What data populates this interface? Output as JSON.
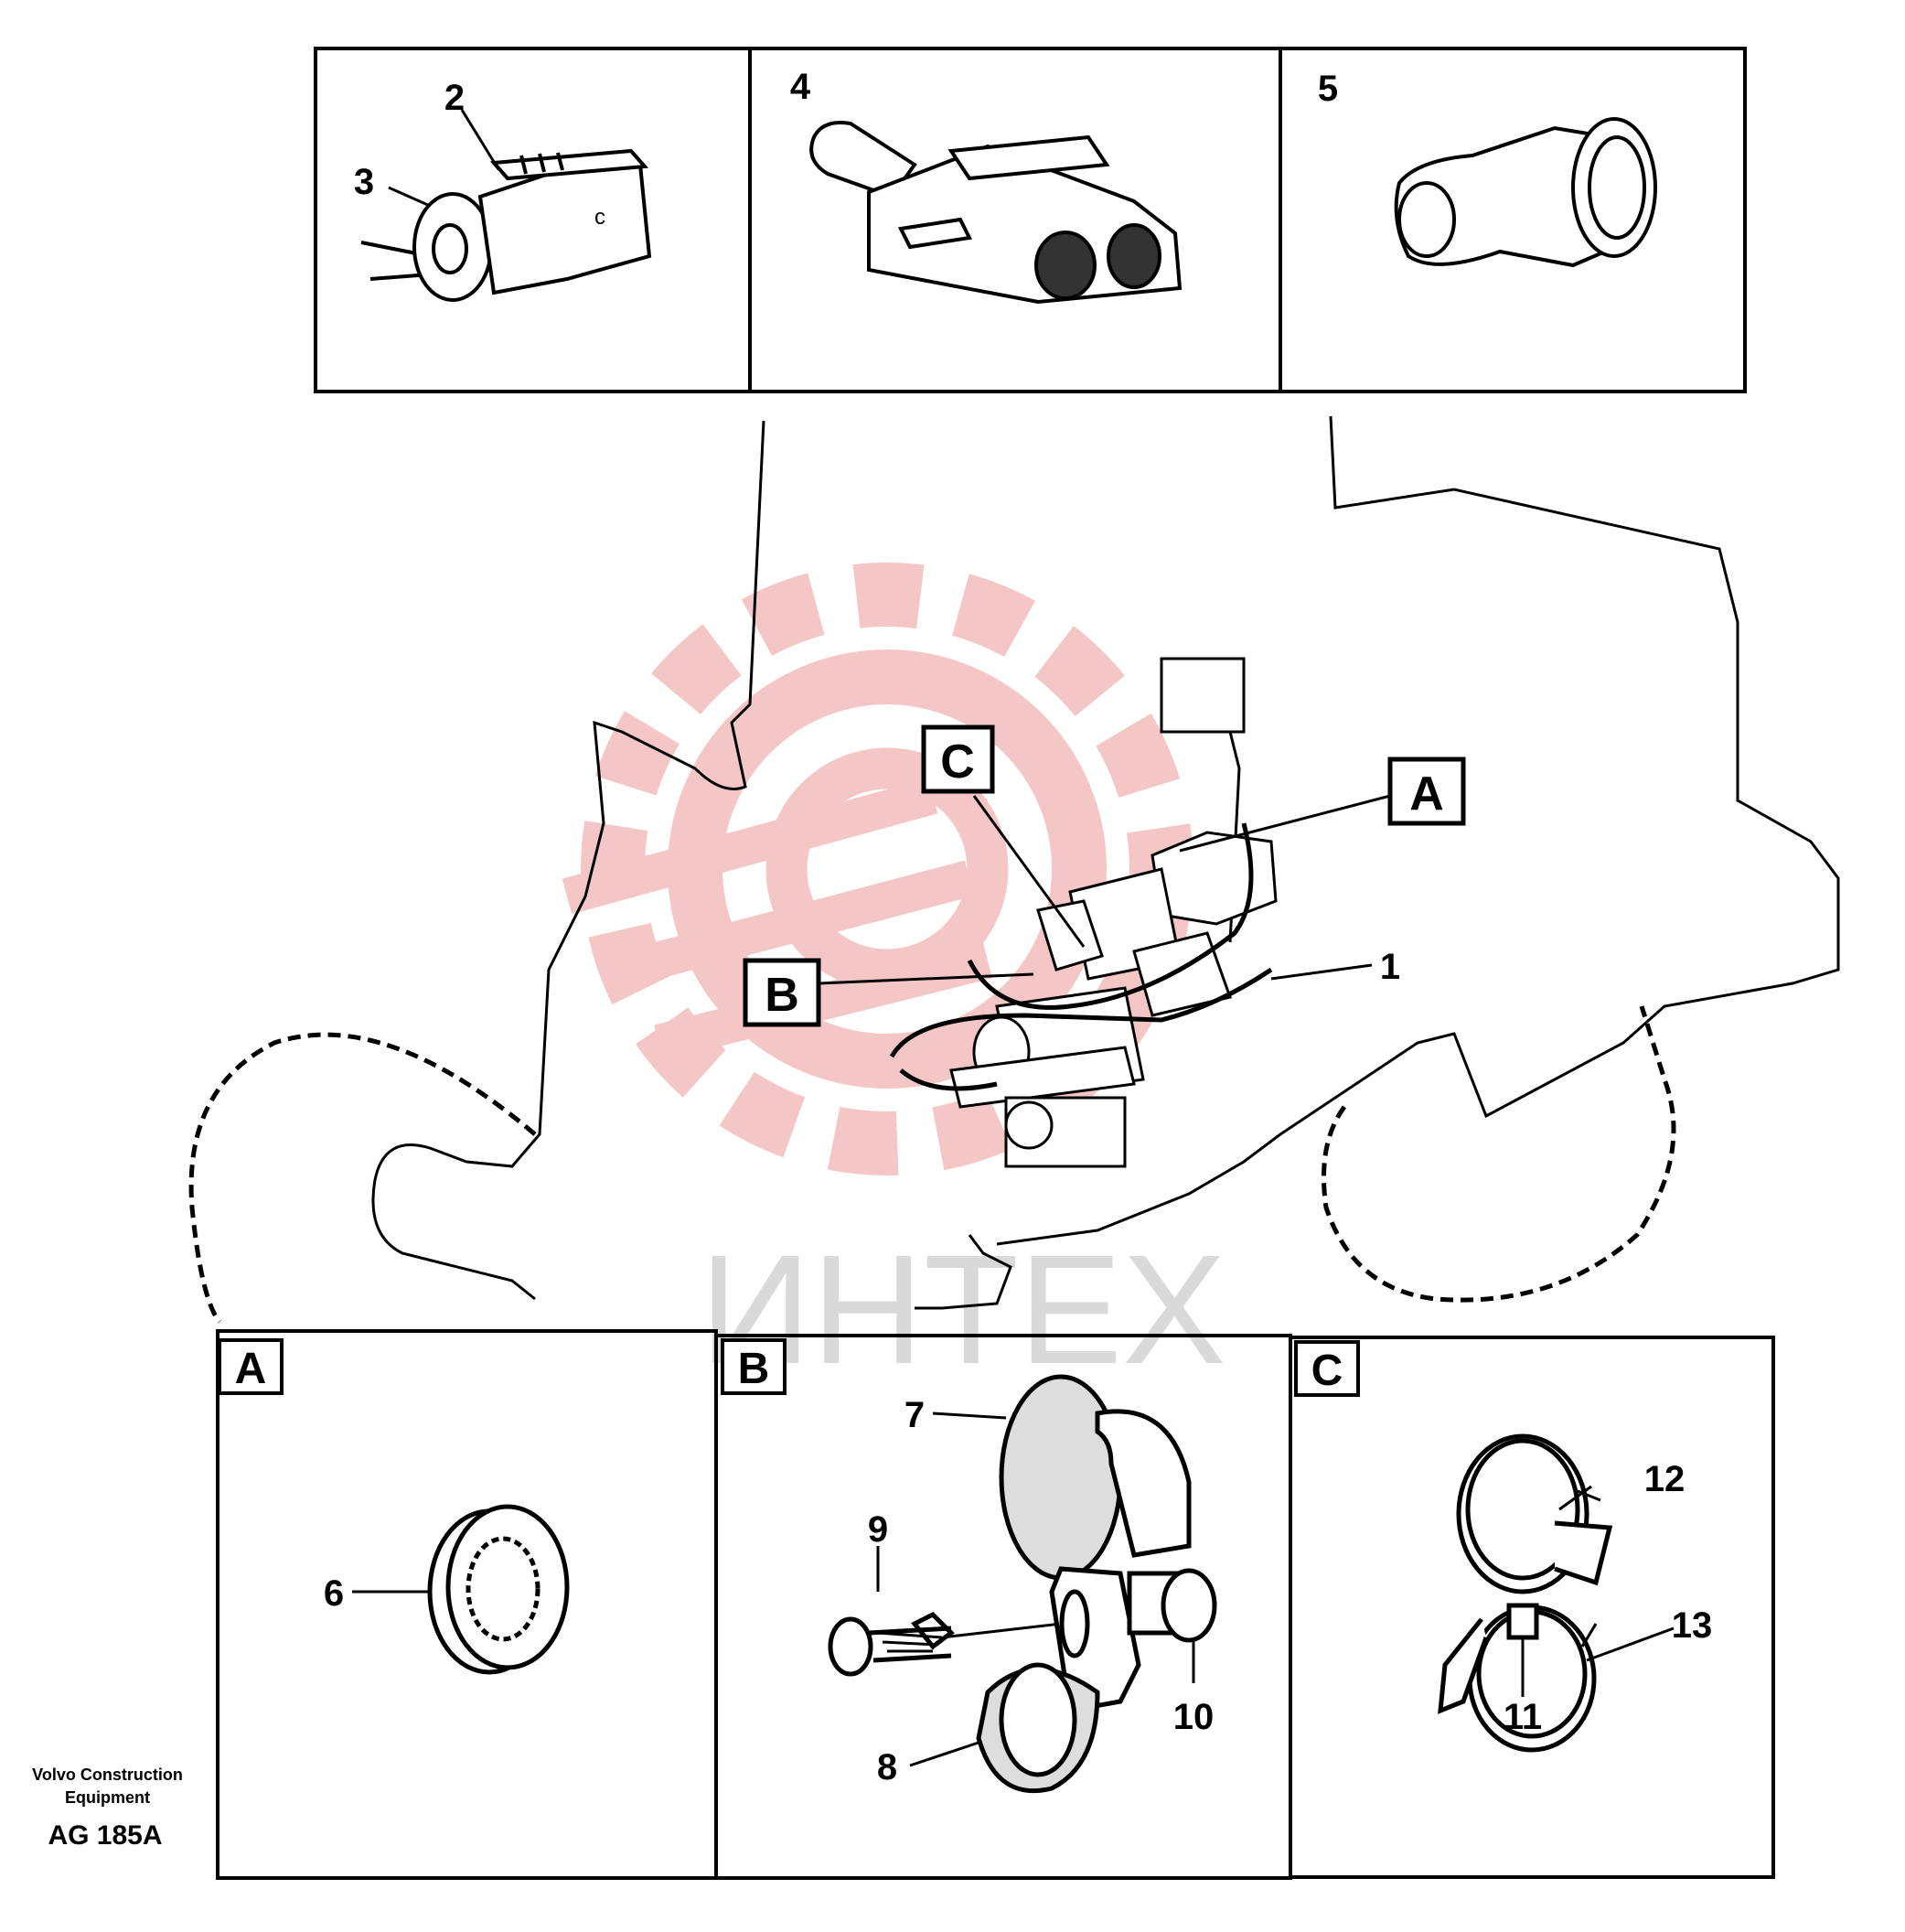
{
  "callouts": {
    "n1": "1",
    "n2": "2",
    "n3": "3",
    "n4": "4",
    "n5": "5",
    "n6": "6",
    "n7": "7",
    "n8": "8",
    "n9": "9",
    "n10": "10",
    "n11": "11",
    "n12": "12",
    "n13": "13"
  },
  "views": {
    "a": "A",
    "b": "B",
    "c": "C"
  },
  "watermark": "ИНТЕХ",
  "footer": {
    "company": "Volvo Construction Equipment",
    "code": "AG 185A"
  },
  "colors": {
    "line": "#000000",
    "watermark": "#f5bcbc",
    "watermark_text": "#d9d9d9"
  }
}
